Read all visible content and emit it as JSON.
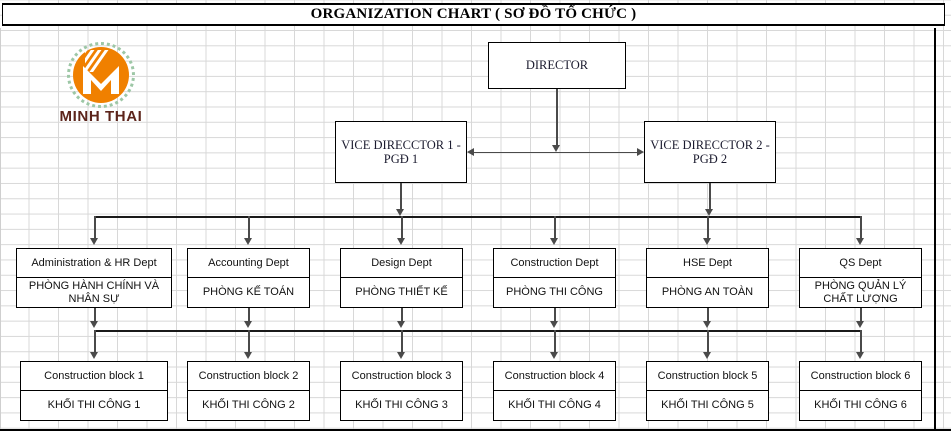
{
  "title": "ORGANIZATION CHART  ( SƠ ĐỒ TỔ CHỨC )",
  "logo": {
    "wordmark": "MINH THAI",
    "mark_color": "#f08000",
    "ring_color": "#9dc7a6",
    "wordmark_color": "#5c241b"
  },
  "chart_data": {
    "type": "diagram",
    "title": "ORGANIZATION CHART  ( SƠ ĐỒ TỔ CHỨC )",
    "levels": [
      {
        "name": "director",
        "nodes": [
          {
            "id": "director",
            "label": "DIRECTOR"
          }
        ]
      },
      {
        "name": "vice-directors",
        "nodes": [
          {
            "id": "vice-director-1",
            "line1": "VICE DIRECCTOR 1 -",
            "line2": "PGĐ 1"
          },
          {
            "id": "vice-director-2",
            "line1": "VICE DIRECCTOR 2 -",
            "line2": "PGĐ 2"
          }
        ]
      },
      {
        "name": "departments",
        "nodes": [
          {
            "id": "admin-hr-dept",
            "en": "Administration & HR Dept",
            "vi": "PHÒNG HÀNH CHÍNH VÀ NHÂN SỰ"
          },
          {
            "id": "accounting-dept",
            "en": "Accounting Dept",
            "vi": "PHÒNG KẾ TOÁN"
          },
          {
            "id": "design-dept",
            "en": "Design Dept",
            "vi": "PHÒNG THIẾT KẾ"
          },
          {
            "id": "construction-dept",
            "en": "Construction Dept",
            "vi": "PHÒNG THI CÔNG"
          },
          {
            "id": "hse-dept",
            "en": "HSE Dept",
            "vi": "PHÒNG AN TOÀN"
          },
          {
            "id": "qs-dept",
            "en": "QS Dept",
            "vi": "PHÒNG QUẢN LÝ CHẤT LƯỢNG"
          }
        ]
      },
      {
        "name": "construction-blocks",
        "nodes": [
          {
            "id": "construction-block-1",
            "en": "Construction block 1",
            "vi": "KHỐI THI CÔNG 1"
          },
          {
            "id": "construction-block-2",
            "en": "Construction block 2",
            "vi": "KHỐI THI CÔNG 2"
          },
          {
            "id": "construction-block-3",
            "en": "Construction block 3",
            "vi": "KHỐI THI CÔNG 3"
          },
          {
            "id": "construction-block-4",
            "en": "Construction block 4",
            "vi": "KHỐI THI CÔNG 4"
          },
          {
            "id": "construction-block-5",
            "en": "Construction block 5",
            "vi": "KHỐI THI CÔNG 5"
          },
          {
            "id": "construction-block-6",
            "en": "Construction block 6",
            "vi": "KHỐI THI CÔNG 6"
          }
        ]
      }
    ],
    "connectors": [
      {
        "from": "director",
        "to": "vice-director-bus",
        "style": "arrow-down"
      },
      {
        "from": "vice-director-1",
        "to": "vice-director-2",
        "style": "double-arrow-horizontal"
      },
      {
        "from": "vice-directors",
        "to": "departments",
        "style": "bus-with-arrows"
      },
      {
        "from": "departments",
        "to": "construction-blocks",
        "style": "bus-with-arrows"
      }
    ]
  }
}
